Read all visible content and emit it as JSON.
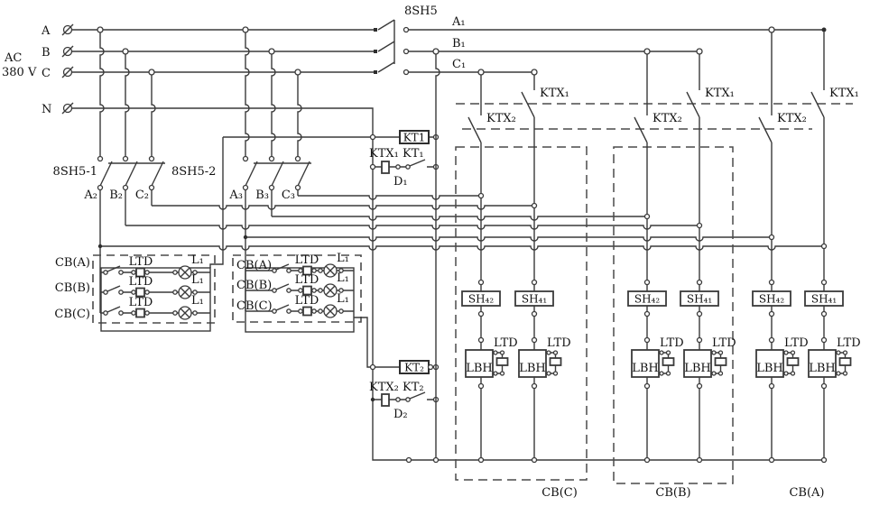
{
  "source": {
    "ac": "AC",
    "voltage": "380 V",
    "phase_a": "A",
    "phase_b": "B",
    "phase_c": "C",
    "neutral": "N"
  },
  "main_switch": {
    "label": "8SH5",
    "out_a": "A₁",
    "out_b": "B₁",
    "out_c": "C₁"
  },
  "sub_switch_1": {
    "label": "8SH5-1",
    "out_a": "A₂",
    "out_b": "B₂",
    "out_c": "C₂"
  },
  "sub_switch_2": {
    "label": "8SH5-2",
    "out_a": "A₃",
    "out_b": "B₃",
    "out_c": "C₃"
  },
  "timer_circuit_1": {
    "coil": "KT1",
    "aux_coil": "KTX₁",
    "contact": "KT₁",
    "name": "D₁"
  },
  "timer_circuit_2": {
    "coil": "KT₂",
    "aux_coil": "KTX₂",
    "contact": "KT₂",
    "name": "D₂"
  },
  "lamp_box_left": {
    "rows": [
      {
        "cb": "CB(A)",
        "fuse": "LTD",
        "lamp": "L₁"
      },
      {
        "cb": "CB(B)",
        "fuse": "LTD",
        "lamp": "L₁"
      },
      {
        "cb": "CB(C)",
        "fuse": "LTD",
        "lamp": "L₁"
      }
    ]
  },
  "lamp_box_right": {
    "rows": [
      {
        "cb": "CB(A)",
        "fuse": "LTD",
        "lamp": "L₁"
      },
      {
        "cb": "CB(B)",
        "fuse": "LTD",
        "lamp": "L₁"
      },
      {
        "cb": "CB(C)",
        "fuse": "LTD",
        "lamp": "L₁"
      }
    ]
  },
  "groups": [
    {
      "name": "CB(C)",
      "ktx2": "KTX₂",
      "ktx1": "KTX₁",
      "branches": [
        {
          "sh": "SH₄₂",
          "ltd": "LTD",
          "lbh": "LBH"
        },
        {
          "sh": "SH₄₁",
          "ltd": "LTD",
          "lbh": "LBH"
        }
      ]
    },
    {
      "name": "CB(B)",
      "ktx2": "KTX₂",
      "ktx1": "KTX₁",
      "branches": [
        {
          "sh": "SH₄₂",
          "ltd": "LTD",
          "lbh": "LBH"
        },
        {
          "sh": "SH₄₁",
          "ltd": "LTD",
          "lbh": "LBH"
        }
      ]
    },
    {
      "name": "CB(A)",
      "ktx2": "KTX₂",
      "ktx1": "KTX₁",
      "branches": [
        {
          "sh": "SH₄₂",
          "ltd": "LTD",
          "lbh": "LBH"
        },
        {
          "sh": "SH₄₁",
          "ltd": "LTD",
          "lbh": "LBH"
        }
      ]
    }
  ]
}
